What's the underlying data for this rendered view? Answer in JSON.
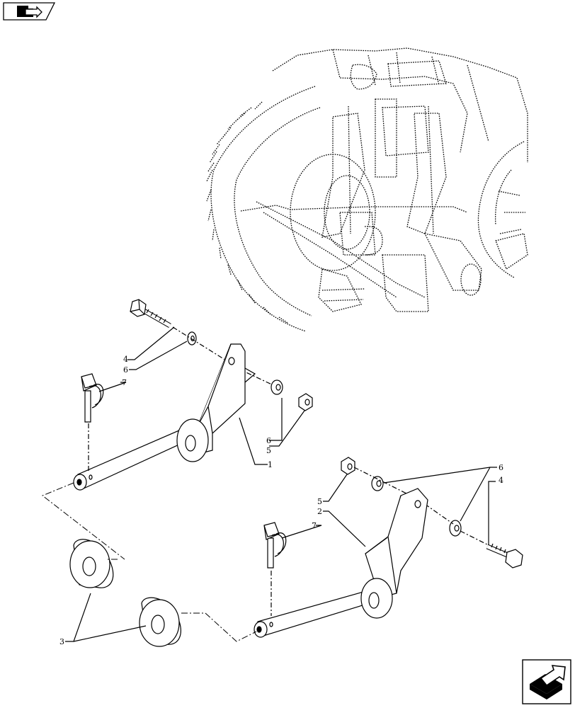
{
  "toolbar": {
    "prev_icon": "folder-arrow-icon",
    "next_icon": "next-page-arrow-icon"
  },
  "diagram": {
    "colors": {
      "ink": "#000000",
      "paper": "#ffffff"
    },
    "callouts": {
      "c1": "1",
      "c2": "2",
      "c3": "3",
      "c4a": "4",
      "c4b": "4",
      "c5a": "5",
      "c5b": "5",
      "c6a": "6",
      "c6b": "6",
      "c6c": "6",
      "c7a": "7",
      "c7b": "7"
    }
  }
}
